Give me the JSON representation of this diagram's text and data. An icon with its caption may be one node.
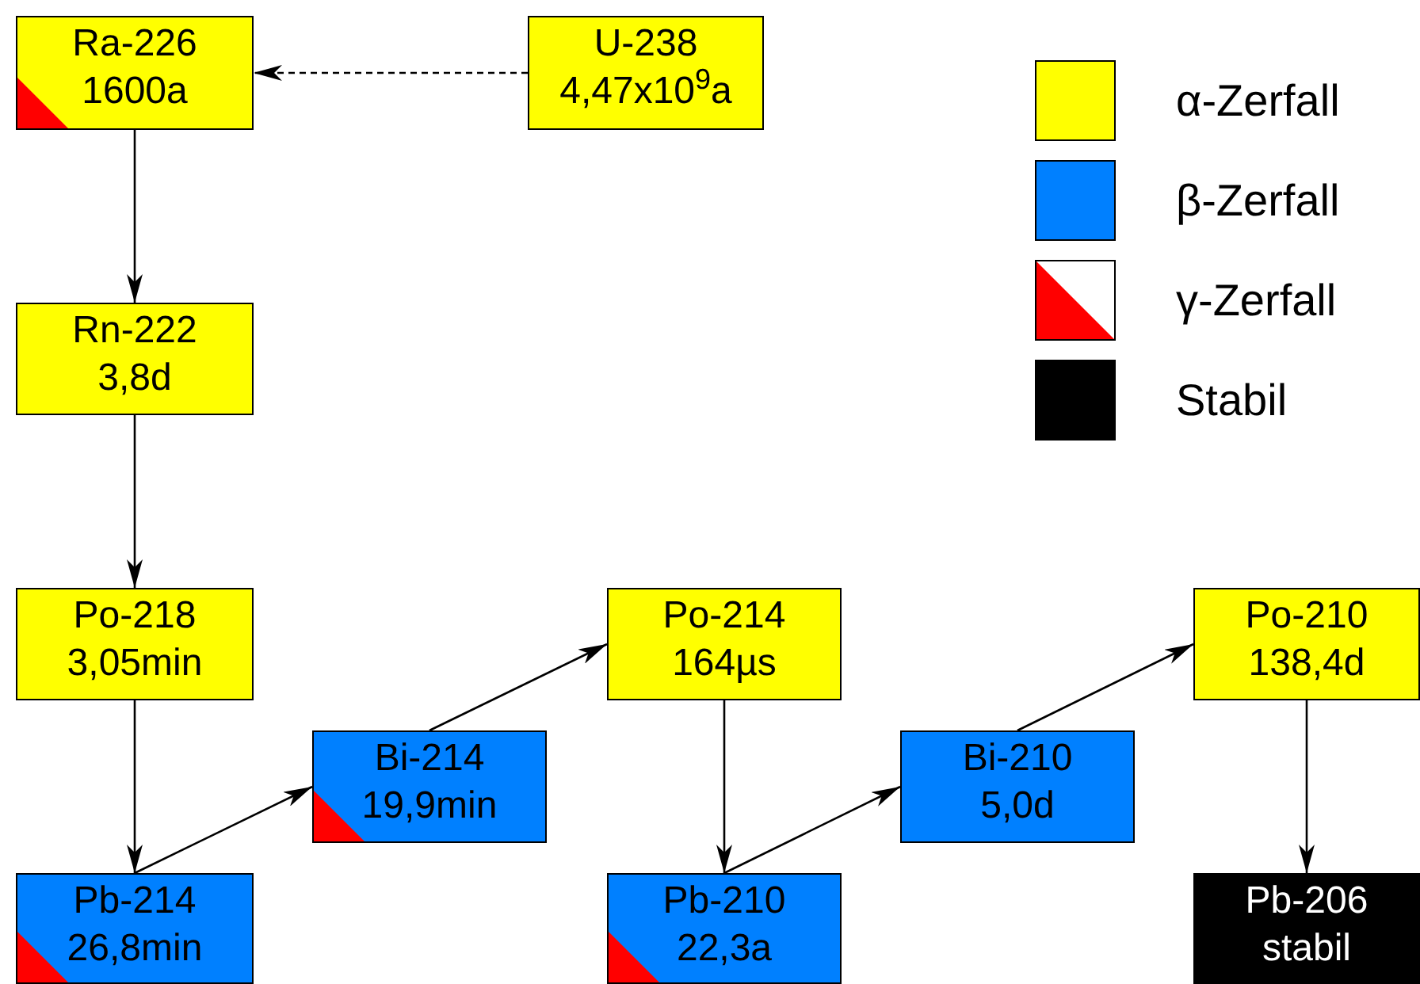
{
  "diagram": {
    "nodes": [
      {
        "text": [
          "Ra-226",
          "1600a"
        ]
      },
      {
        "text": [
          "U-238",
          "4,47x10$^{9}$a"
        ]
      },
      {
        "text": [
          "Rn-222",
          "3,8d"
        ]
      },
      {
        "text": [
          "Po-218",
          "3,05min"
        ]
      },
      {
        "text": [
          "Bi-214",
          "19,9min"
        ]
      },
      {
        "text": [
          "Pb-214",
          "26,8min"
        ]
      },
      {
        "text": [
          "Po-214",
          "164µs"
        ]
      },
      {
        "text": [
          "Pb-210",
          "22,3a"
        ]
      },
      {
        "text": [
          "Bi-210",
          "5,0d"
        ]
      },
      {
        "text": [
          "Po-210",
          "138,4d"
        ]
      },
      {
        "text": [
          "Pb-206",
          "stabil"
        ]
      }
    ],
    "edges": [
      {
        "from": 1,
        "to": 0,
        "arrow": "to",
        "style": "dashed"
      },
      {
        "from": 0,
        "to": 2,
        "arrow": "to"
      },
      {
        "from": 2,
        "to": 3,
        "arrow": "to"
      },
      {
        "from": 3,
        "to": 5,
        "arrow": "to"
      },
      {
        "from": 5,
        "to": 4,
        "arrow": "to"
      },
      {
        "from": 4,
        "to": 6,
        "arrow": "to"
      },
      {
        "from": 6,
        "to": 7,
        "arrow": "to"
      },
      {
        "from": 7,
        "to": 8,
        "arrow": "to"
      },
      {
        "from": 8,
        "to": 9,
        "arrow": "to"
      },
      {
        "from": 9,
        "to": 10,
        "arrow": "to"
      }
    ],
    "legend": [
      {
        "text": "α-Zerfall",
        "color": "#ffff00"
      },
      {
        "text": "β-Zerfall",
        "color": "#0080ff"
      },
      {
        "text": "γ-Zerfall"
      },
      {
        "text": "Stabil",
        "color": "#000000"
      }
    ]
  }
}
